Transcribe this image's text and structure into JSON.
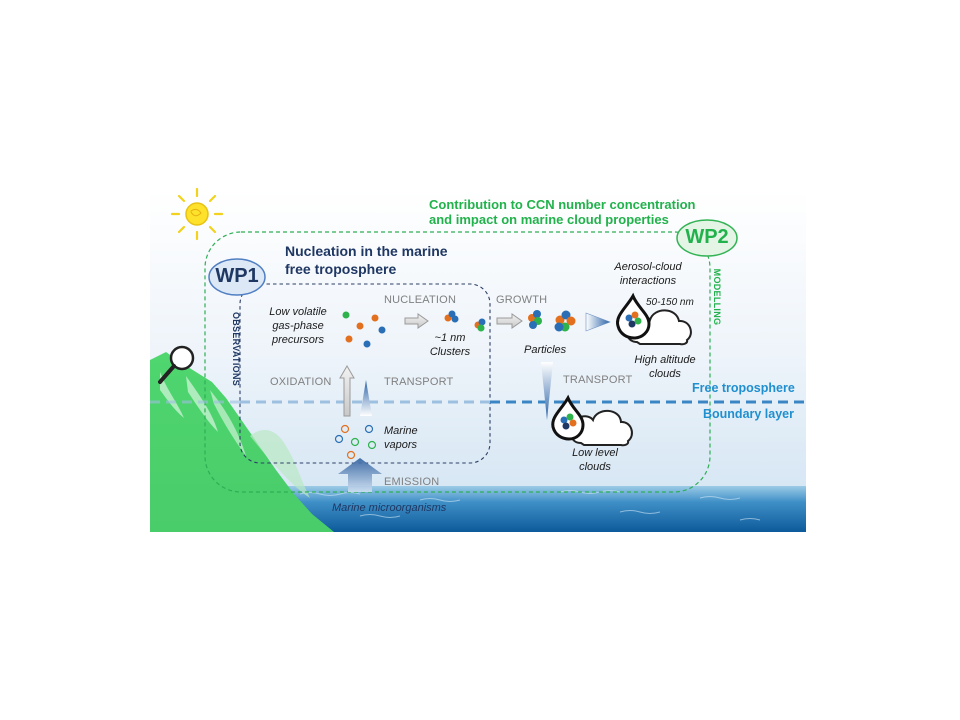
{
  "header": {
    "contribution": [
      "Contribution to CCN number concentration",
      "and impact on marine cloud properties"
    ]
  },
  "wp1": {
    "badge": "WP1",
    "title": [
      "Nucleation in the marine",
      "free troposphere"
    ]
  },
  "wp2": {
    "badge": "WP2"
  },
  "side": {
    "observations": "OBSERVATIONS",
    "modelling": "MODELLING"
  },
  "labels": {
    "precursors": [
      "Low volatile",
      "gas-phase",
      "precursors"
    ],
    "nucleation": "NUCLEATION",
    "clusters": [
      "~1 nm",
      "Clusters"
    ],
    "growth": "GROWTH",
    "particles": "Particles",
    "aerosol_cloud": [
      "Aerosol-cloud",
      "interactions"
    ],
    "size_range": "50-150 nm",
    "high_clouds": [
      "High altitude",
      "clouds"
    ],
    "oxidation": "OXIDATION",
    "transport_left": "TRANSPORT",
    "transport_right": "TRANSPORT",
    "marine_vapors": [
      "Marine",
      "vapors"
    ],
    "low_clouds": [
      "Low level",
      "clouds"
    ],
    "emission": "EMISSION",
    "microorganisms": "Marine microorganisms",
    "free_troposphere": "Free troposphere",
    "boundary_layer": "Boundary layer"
  },
  "colors": {
    "green": "#22b24c",
    "navy": "#1f3763",
    "boundary_blue": "#2e86c1",
    "particle_blue": "#2a6fb5",
    "particle_orange": "#e2701e",
    "particle_green": "#2db24c"
  },
  "icons": [
    "sun-icon",
    "magnifier-icon",
    "mountain-icon",
    "cloud-icon",
    "droplet-icon"
  ]
}
